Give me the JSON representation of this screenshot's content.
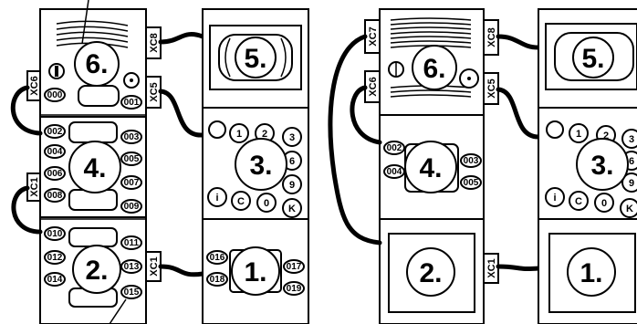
{
  "modules": {
    "left_speaker": "6.",
    "left_display": "5.",
    "left_buttons": "4.",
    "left_keypad": "3.",
    "left_buttons_low": "2.",
    "left_reader": "1.",
    "right_speaker": "6.",
    "right_display": "5.",
    "right_buttons": "4.",
    "right_keypad": "3.",
    "right_blank_left": "2.",
    "right_blank_right": "1."
  },
  "connectors": {
    "xc8_left": "XC8",
    "xc6_left": "XC6",
    "xc5_left": "XC5",
    "xc1_left_mid": "XC1",
    "xc1_left_low": "XC1",
    "xc7_right": "XC7",
    "xc8_right": "XC8",
    "xc6_right": "XC6",
    "xc5_right": "XC5",
    "xc1_right": "XC1"
  },
  "button_codes": {
    "b000": "000",
    "b001": "001",
    "b002": "002",
    "b003": "003",
    "b004": "004",
    "b005": "005",
    "b006": "006",
    "b007": "007",
    "b008": "008",
    "b009": "009",
    "b010": "010",
    "b011": "011",
    "b012": "012",
    "b013": "013",
    "b014": "014",
    "b015": "015",
    "b016": "016",
    "b017": "017",
    "b018": "018",
    "b019": "019",
    "r002": "002",
    "r003": "003",
    "r004": "004",
    "r005": "005"
  },
  "keypad": {
    "k1": "1",
    "k2": "2",
    "k3": "3",
    "k6": "6",
    "k9": "9",
    "ki": "i",
    "kc": "C",
    "k0": "0",
    "kk": "K"
  }
}
